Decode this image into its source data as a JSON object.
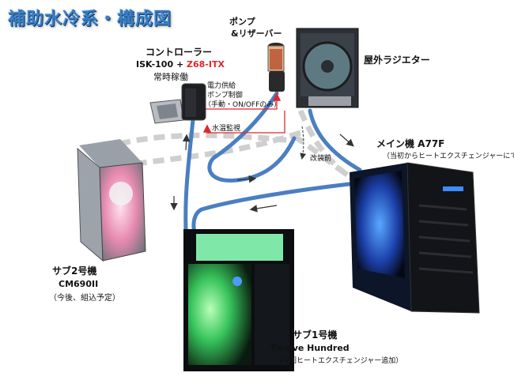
{
  "title": "補助水冷系・構成図",
  "controller": {
    "heading": "コントローラー",
    "model_prefix": "ISK-100 + ",
    "model_highlight": "Z68-ITX",
    "mode": "常時稼働"
  },
  "pump": {
    "line1": "ポンプ",
    "line2": "&リザーバー"
  },
  "radiator": {
    "label": "屋外ラジエター"
  },
  "signals": {
    "power_line1": "電力供給",
    "power_line2": "ポンプ制御",
    "power_line3": "（手動・ON/OFFのみ）",
    "temp": "水温監視"
  },
  "before_mod": "改装前",
  "main_pc": {
    "name": "メイン機 A77F",
    "note": "（当初からヒートエクスチェンジャーにて接続）"
  },
  "sub2": {
    "name": "サブ2号機",
    "model": "CM690II",
    "note": "（今後、組込予定）"
  },
  "sub1": {
    "name": "サブ1号機",
    "model": "Twelve Hundred",
    "note": "（今回ヒートエクスチェンジャー追加）"
  },
  "colors": {
    "title": "#3b7fc4",
    "tube": "#4a7fc1",
    "dashed_path": "#cfcfcf",
    "signal_line": "#e0262b",
    "highlight": "#e0262b",
    "main_glow": "#1f6dff",
    "sub1_glow": "#36e36b",
    "sub2_glow": "#f08fb4"
  }
}
